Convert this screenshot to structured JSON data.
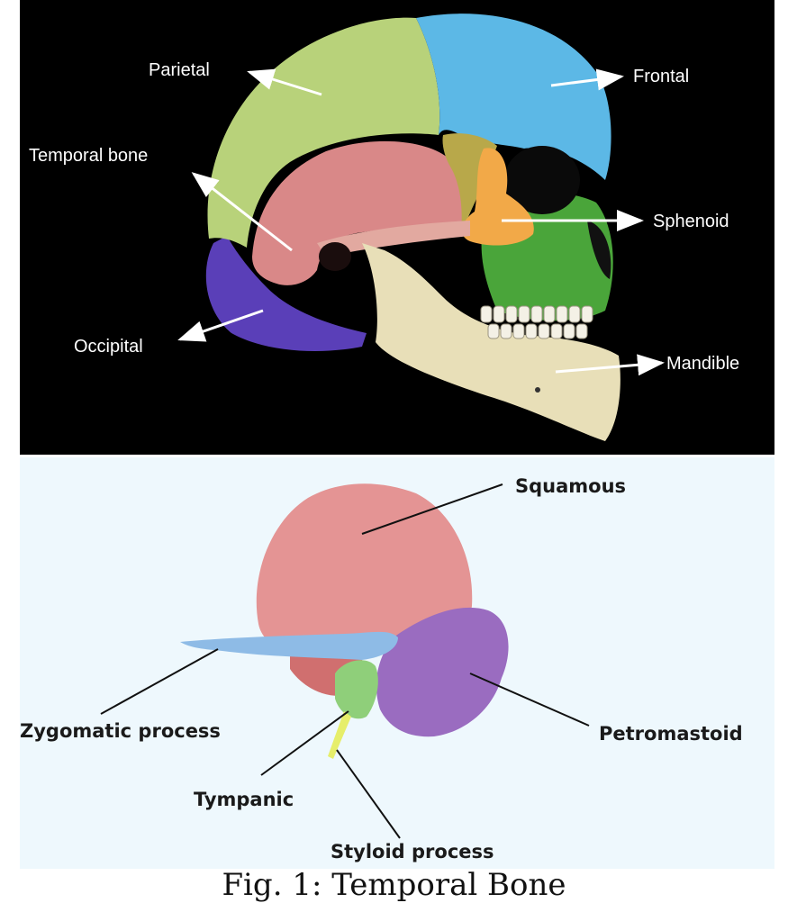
{
  "top_figure": {
    "labels": {
      "parietal": "Parietal",
      "frontal": "Frontal",
      "temporal_bone": "Temporal bone",
      "sphenoid": "Sphenoid",
      "occipital": "Occipital",
      "mandible": "Mandible"
    },
    "colors": {
      "parietal": "#b8d27a",
      "frontal": "#5cb8e6",
      "temporal": "#d98888",
      "sphenoid": "#f2a948",
      "occipital": "#5a3fb8",
      "mandible": "#e8dfb8",
      "facial": "#4aa53a",
      "background": "#000000"
    }
  },
  "bottom_figure": {
    "labels": {
      "squamous": "Squamous",
      "zygomatic_process": "Zygomatic process",
      "petromastoid": "Petromastoid",
      "tympanic": "Tympanic",
      "styloid_process": "Styloid process"
    },
    "colors": {
      "squamous": "#e49494",
      "zygomatic": "#8ebbe6",
      "petromastoid": "#9a6cc0",
      "tympanic": "#8fcf7a",
      "styloid": "#e6ee6a",
      "background": "#eef8fd"
    }
  },
  "caption": "Fig. 1: Temporal Bone"
}
